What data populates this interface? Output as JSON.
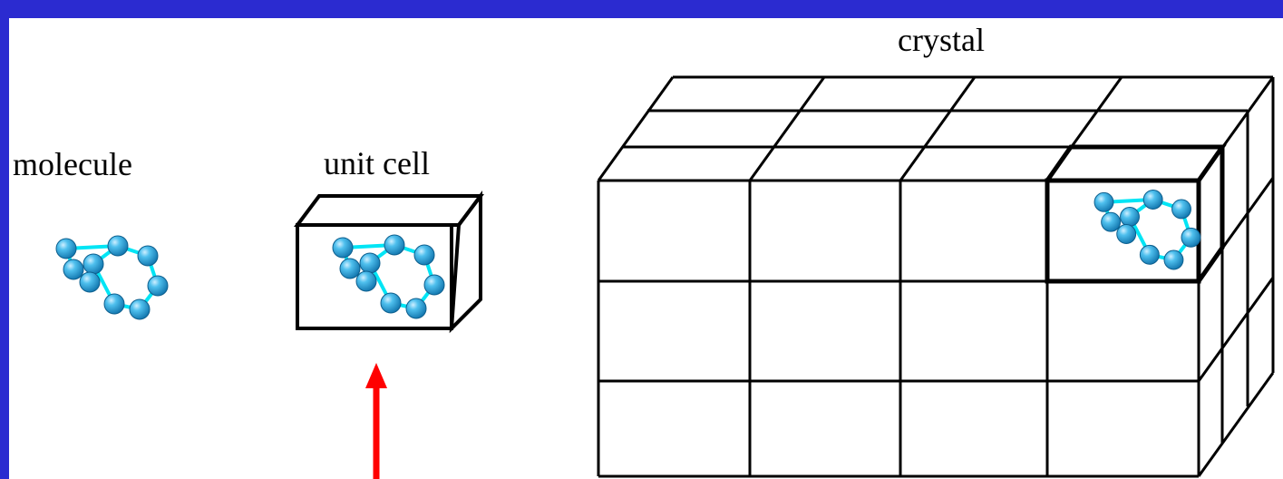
{
  "labels": {
    "molecule": "molecule",
    "unit_cell": "unit cell",
    "crystal": "crystal"
  },
  "colors": {
    "frame_border": "#2b2bd0",
    "background": "#ffffff",
    "line": "#000000",
    "atom": "#2a9fd6",
    "atom_highlight": "#9fe0ff",
    "bond": "#00e5f5",
    "arrow": "#ff0000"
  },
  "crystal": {
    "columns": 4,
    "rows": 3,
    "depth_layers": 3
  },
  "icons": {
    "molecule": "molecule-icon",
    "arrow": "arrow-up-icon"
  }
}
